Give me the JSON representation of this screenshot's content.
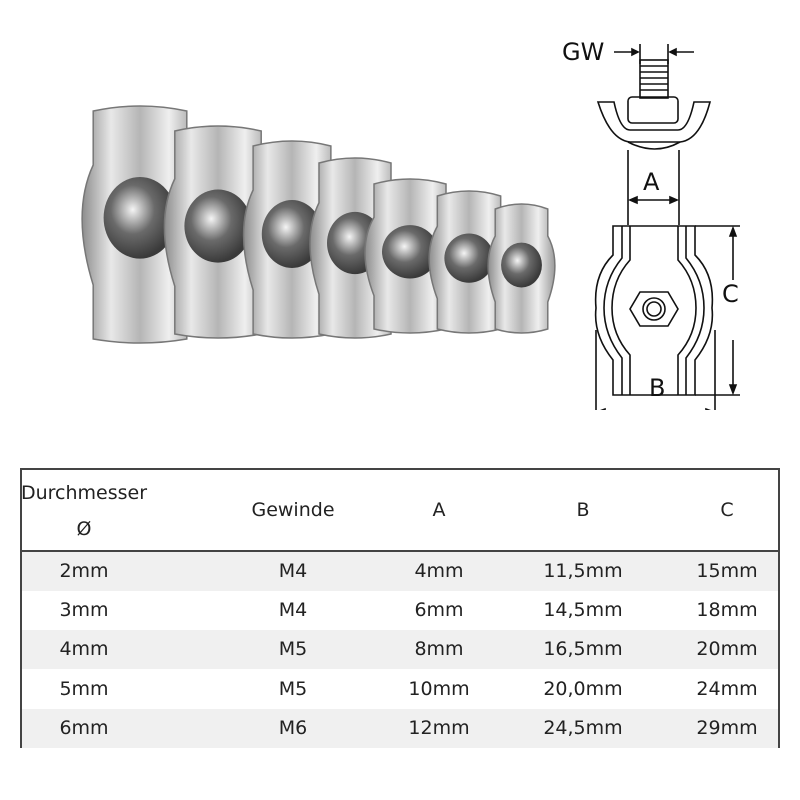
{
  "diagram": {
    "labels": {
      "gw": "GW",
      "a": "A",
      "b": "B",
      "c": "C"
    }
  },
  "table": {
    "headers": [
      "Durchmesser Ø",
      "Gewinde",
      "A",
      "B",
      "C"
    ],
    "header_line1": "Durchmesser",
    "header_line2": "Ø",
    "rows": [
      [
        "2mm",
        "M4",
        "4mm",
        "11,5mm",
        "15mm"
      ],
      [
        "3mm",
        "M4",
        "6mm",
        "14,5mm",
        "18mm"
      ],
      [
        "4mm",
        "M5",
        "8mm",
        "16,5mm",
        "20mm"
      ],
      [
        "5mm",
        "M5",
        "10mm",
        "20,0mm",
        "24mm"
      ],
      [
        "6mm",
        "M6",
        "12mm",
        "24,5mm",
        "29mm"
      ]
    ]
  }
}
